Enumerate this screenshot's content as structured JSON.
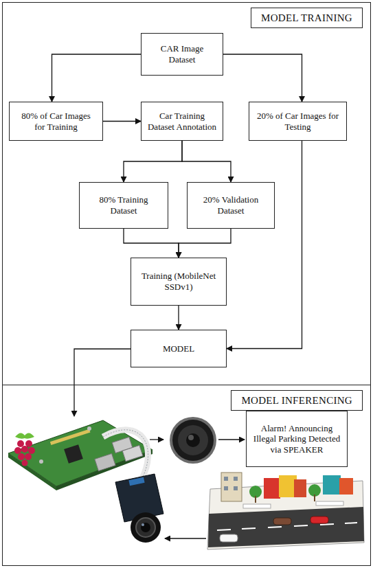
{
  "diagram": {
    "nodes": [
      {
        "text": [
          "MODEL TRAINING"
        ]
      },
      {
        "text": [
          "CAR Image Dataset"
        ],
        "in": 0
      },
      {
        "text": [
          "80% of Car Images for Training"
        ],
        "in": 0
      },
      {
        "text": [
          "Car Training Dataset Annotation"
        ],
        "in": 0
      },
      {
        "text": [
          "20% of Car Images for Testing"
        ],
        "in": 0
      },
      {
        "text": [
          "80% Training Dataset"
        ],
        "in": 0
      },
      {
        "text": [
          "20% Validation Dataset"
        ],
        "in": 0
      },
      {
        "text": [
          "Training (MobileNet SSDv1)"
        ],
        "in": 0
      },
      {
        "text": [
          "MODEL"
        ],
        "in": 0
      },
      {
        "text": [
          "MODEL INFERENCING"
        ]
      },
      {
        "text": [
          "Alarm! Announcing Illegal Parking Detected via SPEAKER"
        ],
        "in": 9
      }
    ],
    "edges": [
      {
        "from": 1,
        "to": 2,
        "arrow": "to"
      },
      {
        "from": 1,
        "to": 4,
        "arrow": "to"
      },
      {
        "from": 2,
        "to": 3,
        "arrow": "to"
      },
      {
        "from": 3,
        "to": 5,
        "arrow": "to"
      },
      {
        "from": 3,
        "to": 6,
        "arrow": "to"
      },
      {
        "from": 5,
        "to": 7,
        "arrow": "to"
      },
      {
        "from": 6,
        "to": 7,
        "arrow": "to"
      },
      {
        "from": 7,
        "to": 8,
        "arrow": "to"
      },
      {
        "from": 4,
        "to": 8,
        "arrow": "to"
      }
    ]
  }
}
